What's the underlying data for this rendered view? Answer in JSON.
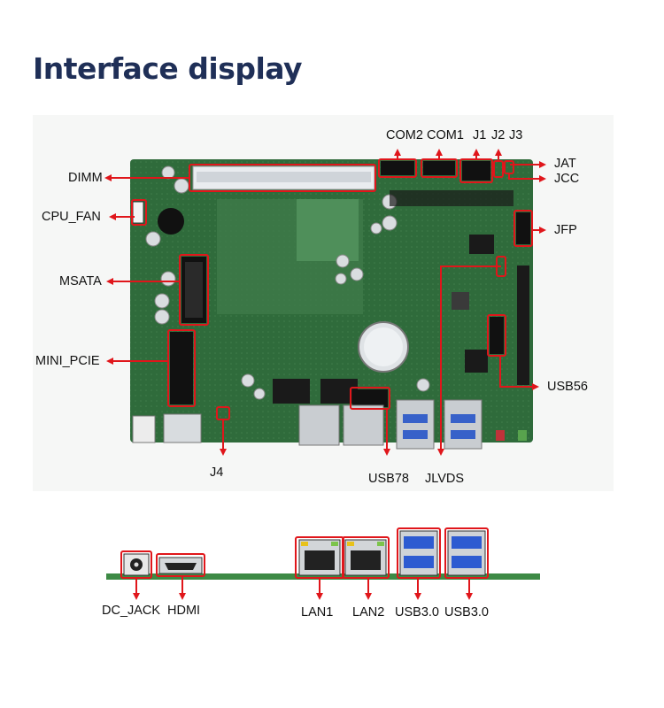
{
  "title": "Interface display",
  "labels": {
    "dimm": "DIMM",
    "cpu_fan": "CPU_FAN",
    "msata": "MSATA",
    "mini_pcie": "MINI_PCIE",
    "j4": "J4",
    "usb78": "USB78",
    "jlvds": "JLVDS",
    "usb56": "USB56",
    "jfp": "JFP",
    "jcc": "JCC",
    "jat": "JAT",
    "com2": "COM2",
    "com1": "COM1",
    "j1": "J1",
    "j2": "J2",
    "j3": "J3",
    "dc_jack": "DC_JACK",
    "hdmi": "HDMI",
    "lan1": "LAN1",
    "lan2": "LAN2",
    "usb30_a": "USB3.0",
    "usb30_b": "USB3.0"
  },
  "colors": {
    "title": "#1f2f57",
    "accent": "#e0161b",
    "board": "#2f6b3b"
  }
}
